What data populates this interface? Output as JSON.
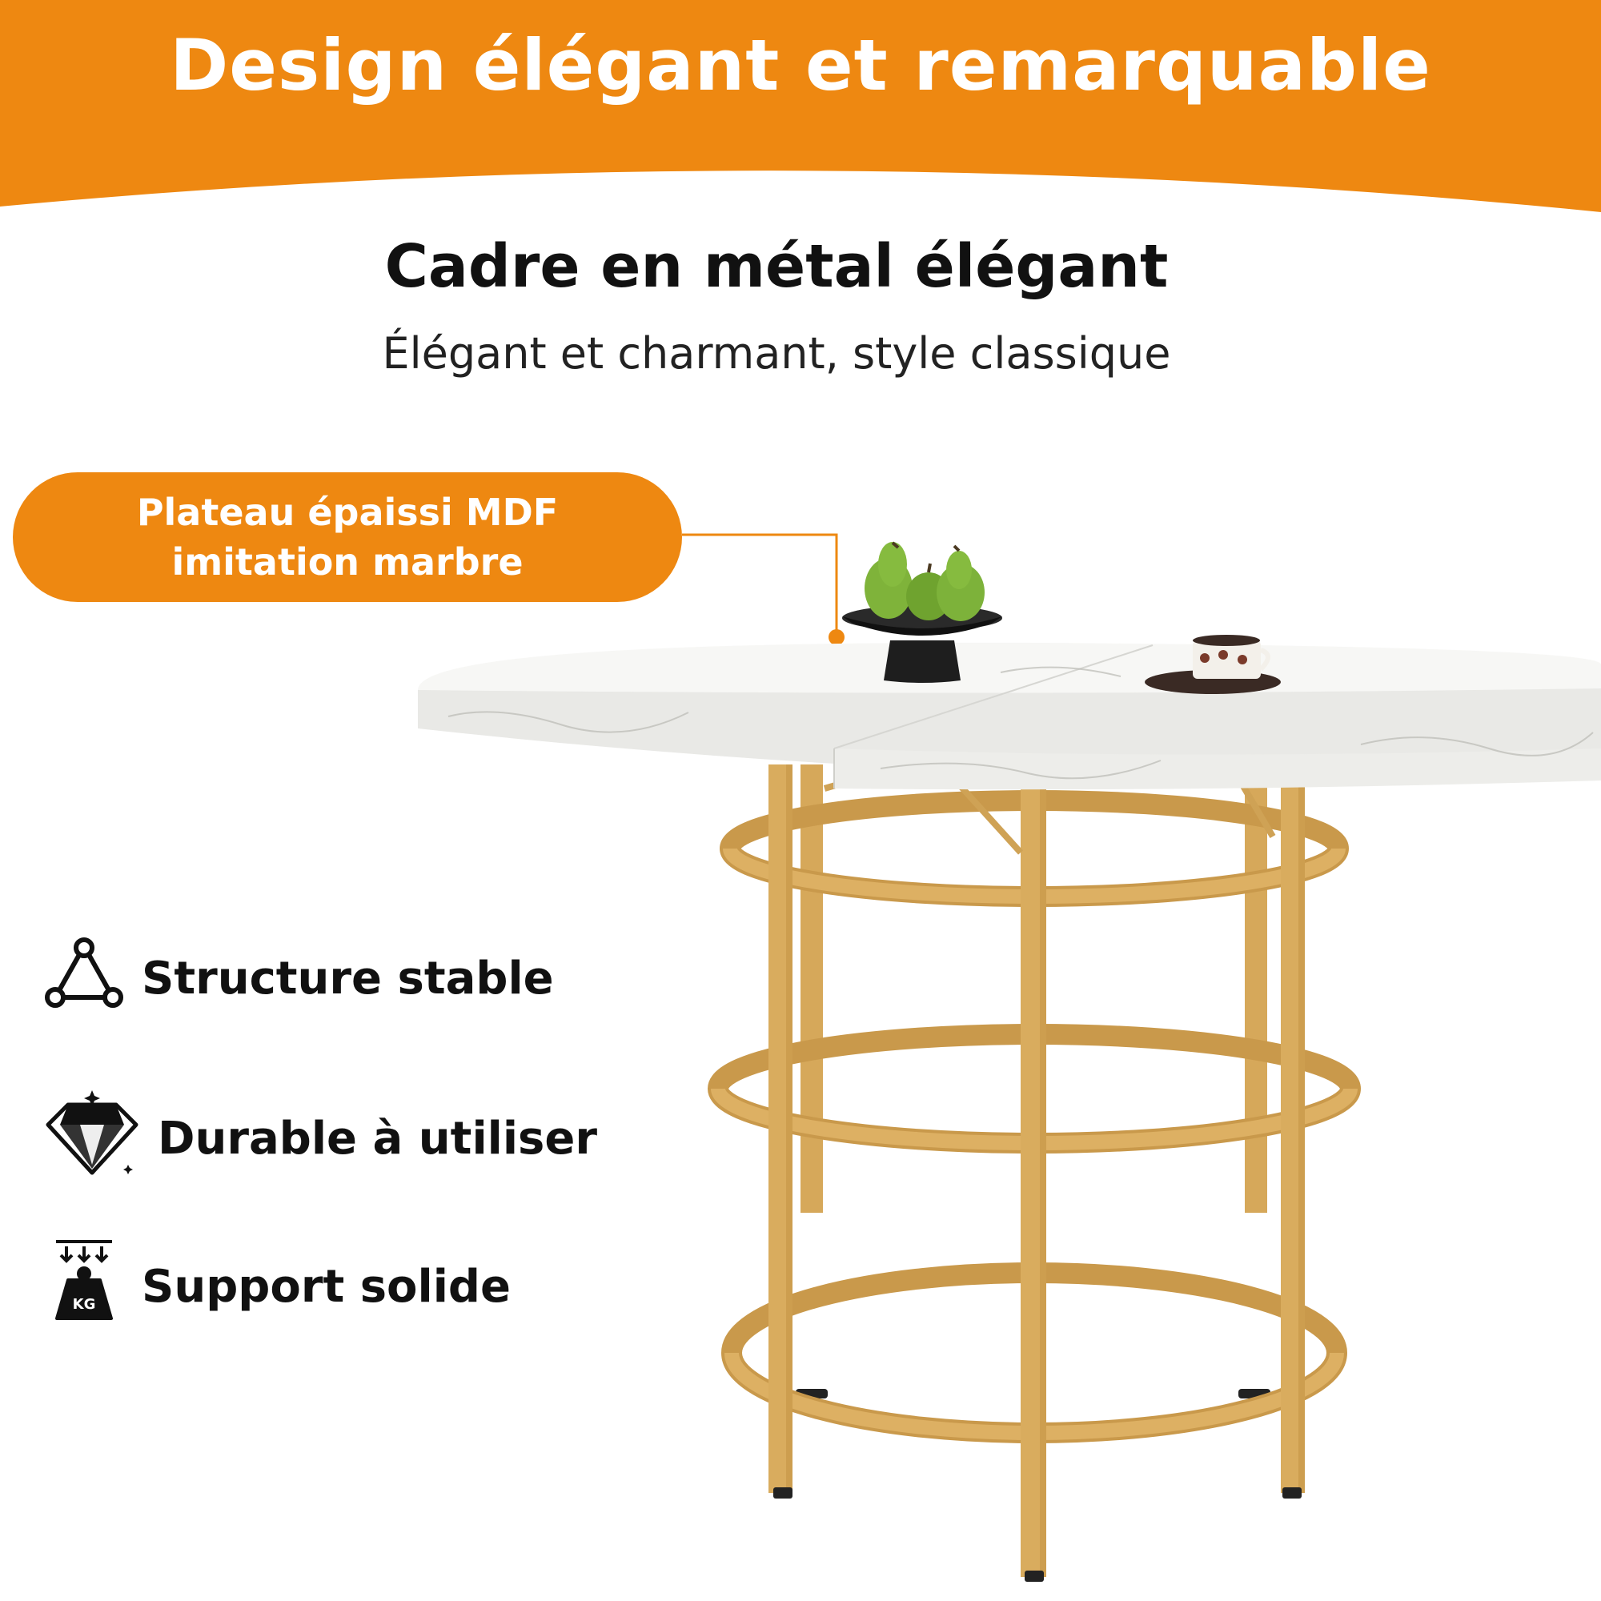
{
  "colors": {
    "accent": "#EE8811",
    "gold": "#D6A85A",
    "marble": "#F4F4F2",
    "text": "#111111"
  },
  "banner": {
    "title": "Design élégant et remarquable"
  },
  "heading": "Cadre en métal élégant",
  "subheading": "Élégant et charmant, style classique",
  "callout": {
    "line1": "Plateau épaissi MDF",
    "line2": "imitation marbre"
  },
  "features": [
    {
      "label": "Structure stable",
      "icon": "triangle-nodes-icon"
    },
    {
      "label": "Durable à utiliser",
      "icon": "diamond-icon"
    },
    {
      "label": "Support solide",
      "icon": "weight-kg-icon"
    }
  ],
  "weight_icon_text": "KG",
  "product": {
    "name": "round-marble-table-gold-frame"
  }
}
